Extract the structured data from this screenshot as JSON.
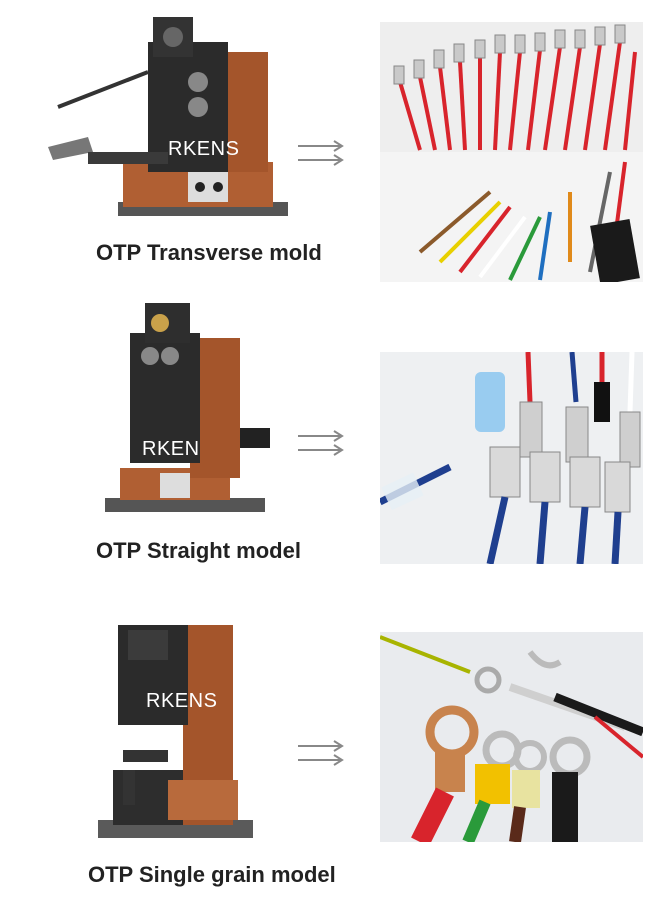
{
  "sections": [
    {
      "caption": "OTP Transverse mold",
      "watermark": "RKENS",
      "machine_icon": "crimping-machine-transverse",
      "photo_icon": "wire-terminals-photo"
    },
    {
      "caption": "OTP Straight model",
      "watermark": "RKEN",
      "machine_icon": "crimping-machine-straight",
      "photo_icon": "insulated-terminals-photo"
    },
    {
      "caption": "OTP Single grain model",
      "watermark": "RKENS",
      "machine_icon": "crimping-mold-single",
      "photo_icon": "ring-terminals-photo"
    }
  ],
  "colors": {
    "copper": "#b05f33",
    "steel": "#2b2b2b",
    "base": "#555555",
    "wire_red": "#d8242c",
    "wire_blue": "#1f3f8f",
    "arrow": "#888888"
  }
}
